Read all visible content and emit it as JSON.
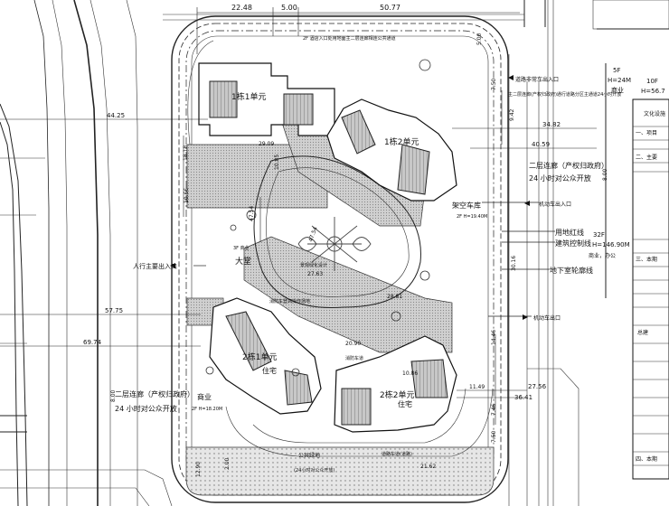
{
  "top_dims": {
    "d1": "22.48",
    "d2": "5.00",
    "d3": "50.77"
  },
  "top_note": "2F 酒店入口处用地面主二层连廊相连公共通道",
  "labels": {
    "vehicle_entry_top": "道路非常车出入口",
    "note_right": "主二层连廊(产权归政府)通行道路分区主通道24小时开放",
    "entrance_pedestrian": "人行主要出入口",
    "entrance_vehicle_right": "机动车出入口",
    "exit_vehicle_right": "机动车出口",
    "elevated_garage": "架空车库",
    "elevated_garage_height": "2F H=19.40M",
    "corridor_right_1": "二层连廊（产权归政府）",
    "corridor_right_2": "24 小时对公众开放",
    "corridor_left_1": "二层连廊（产权归政府）",
    "corridor_left_2": "24 小时对公众开放",
    "legend_red_line": "用地红线",
    "legend_control_line": "建筑控制线",
    "legend_basement": "地下室轮廓线",
    "podium_bottom": "公共绿地",
    "podium_bottom_2": "(24小时对公众开放)",
    "hall": "大堂",
    "hall_sub": "3F 商业",
    "commercial": "商业",
    "commercial_height": "2F H=18.20M",
    "residence": "住宅",
    "green_feature": "景观绿化设计",
    "tower_1": "1栋1单元",
    "tower_2": "1栋2单元",
    "tower_3": "2栋1单元",
    "tower_4": "2栋2单元",
    "fire_lane": "消防车道",
    "road_bottom": "道路车道(道路)",
    "fire_access": "消防车登高操作场地"
  },
  "dims": {
    "d4425": "44.25",
    "d3482": "34.82",
    "d4059": "40.59",
    "d2909": "29.09",
    "d4754": "47.54",
    "d4754b": "47.54",
    "d2763": "27.63",
    "d2881": "28.81",
    "d2090": "20.90",
    "d5775": "57.75",
    "d6974": "69.74",
    "d2756": "27.56",
    "d3641": "36.41",
    "d3016": "30.16",
    "d1446": "14.46",
    "d1149": "11.49",
    "d1005": "10.05",
    "d800": "8.00",
    "d800b": "8.00",
    "d1818": "18.18",
    "d1066": "10.66",
    "d750": "7.50",
    "d750b": "7.50",
    "d500": "5.00",
    "d1290": "12.90",
    "d200": "2.00",
    "d2162": "21.62",
    "d942": "9.42",
    "d746": "7.46",
    "d1086": "10.86"
  },
  "building_tags": {
    "b5f": "5F",
    "b5f_h": "H=24M",
    "b5f_use": "商业",
    "b10f": "10F",
    "b10f_h": "H=56.7",
    "b32f": "32F",
    "b32f_h": "H=146.90M",
    "b32f_use": "商业，办公"
  },
  "table": {
    "title": "文化设施",
    "rows": [
      "一、项目",
      "二、主要",
      "三、本期",
      "总建",
      "四、本期"
    ]
  }
}
